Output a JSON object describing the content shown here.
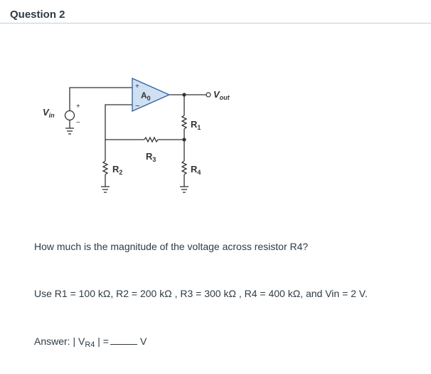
{
  "header": {
    "title": "Question 2"
  },
  "circuit": {
    "labels": {
      "vin_main": "V",
      "vin_sub": "in",
      "vout_main": "V",
      "vout_sub": "out",
      "amp_main": "A",
      "amp_sub": "0",
      "r1_main": "R",
      "r1_sub": "1",
      "r2_main": "R",
      "r2_sub": "2",
      "r3_main": "R",
      "r3_sub": "3",
      "r4_main": "R",
      "r4_sub": "4",
      "plus": "+",
      "minus": "−"
    }
  },
  "question": {
    "prompt": "How much is the magnitude of the voltage across resistor R4?",
    "given": "Use R1 = 100 kΩ, R2 = 200 kΩ , R3 = 300 kΩ , R4 = 400 kΩ, and Vin = 2 V."
  },
  "answer": {
    "prefix": "Answer: | V",
    "sub": "R4",
    "suffix": " | =",
    "unit": "V"
  },
  "colors": {
    "wire": "#333333",
    "amp_fill": "#cfe0f2",
    "amp_stroke": "#2a5fa8",
    "accent": "#2a5fa8"
  }
}
